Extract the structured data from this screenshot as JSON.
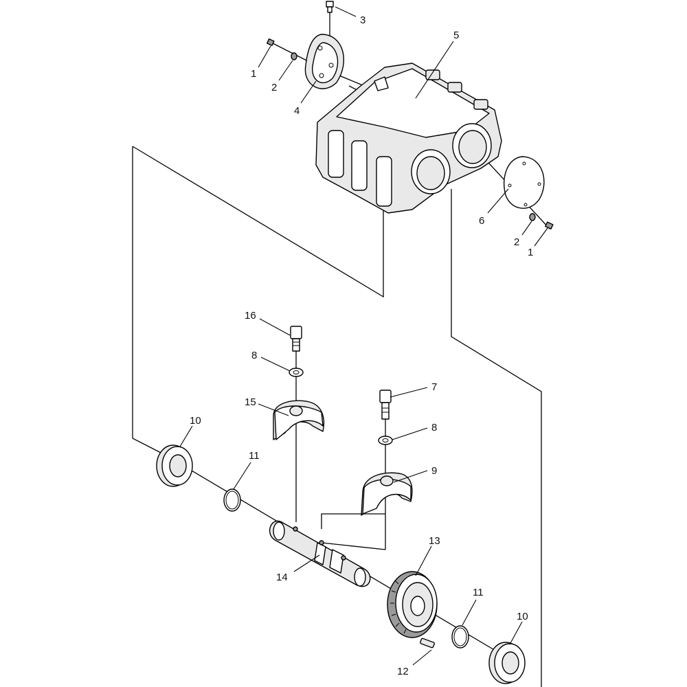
{
  "callouts": [
    {
      "id": "c3",
      "label": "3"
    },
    {
      "id": "c1a",
      "label": "1"
    },
    {
      "id": "c2a",
      "label": "2"
    },
    {
      "id": "c4",
      "label": "4"
    },
    {
      "id": "c5",
      "label": "5"
    },
    {
      "id": "c6",
      "label": "6"
    },
    {
      "id": "c2b",
      "label": "2"
    },
    {
      "id": "c1b",
      "label": "1"
    },
    {
      "id": "c16",
      "label": "16"
    },
    {
      "id": "c8a",
      "label": "8"
    },
    {
      "id": "c15",
      "label": "15"
    },
    {
      "id": "c7",
      "label": "7"
    },
    {
      "id": "c8b",
      "label": "8"
    },
    {
      "id": "c10a",
      "label": "10"
    },
    {
      "id": "c11a",
      "label": "11"
    },
    {
      "id": "c9",
      "label": "9"
    },
    {
      "id": "c13",
      "label": "13"
    },
    {
      "id": "c14",
      "label": "14"
    },
    {
      "id": "c11b",
      "label": "11"
    },
    {
      "id": "c10b",
      "label": "10"
    },
    {
      "id": "c12",
      "label": "12"
    }
  ]
}
